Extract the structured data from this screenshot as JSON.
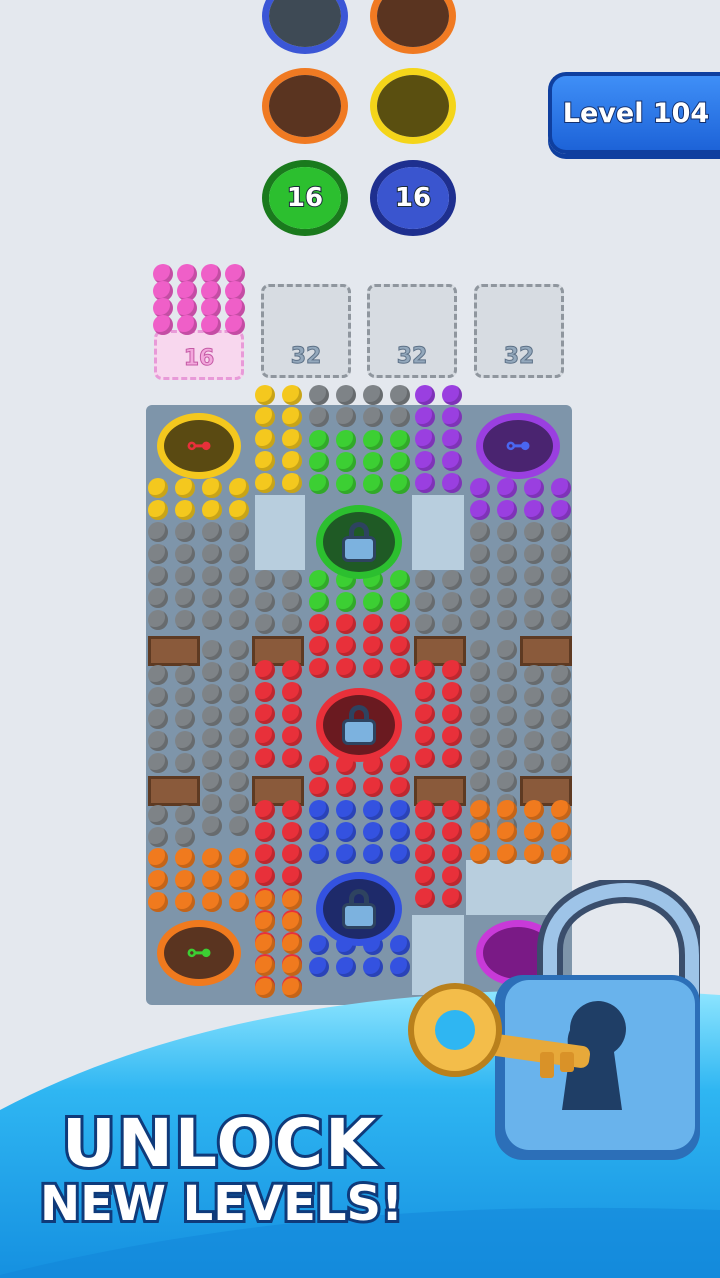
{
  "level": {
    "label": "Level 104"
  },
  "top_holes": [
    {
      "color": "#3b56d6",
      "inner": "#3e4a55",
      "count": ""
    },
    {
      "color": "#f07a22",
      "inner": "#5a3420",
      "count": ""
    },
    {
      "color": "#f07a22",
      "inner": "#5a3420",
      "count": ""
    },
    {
      "color": "#f4d51a",
      "inner": "#5a4f10",
      "count": ""
    },
    {
      "color": "#29c02e",
      "inner": "#29a02a",
      "count": "16"
    },
    {
      "color": "#3b56d6",
      "inner": "#3b55c4",
      "count": "16"
    }
  ],
  "slots": [
    {
      "count": "16",
      "filled": true
    },
    {
      "count": "32",
      "filled": false
    },
    {
      "count": "32",
      "filled": false
    },
    {
      "count": "32",
      "filled": false
    }
  ],
  "promo": {
    "line1": "UNLOCK",
    "line2": "NEW LEVELS!"
  },
  "colors": {
    "pink": "#ef5fc8",
    "yellow": "#f4c81e",
    "green": "#3ccf33",
    "purple": "#9a3fe0",
    "grey": "#7e8387",
    "red": "#e8303a",
    "blue": "#3452e0",
    "orange": "#f07a1e"
  }
}
